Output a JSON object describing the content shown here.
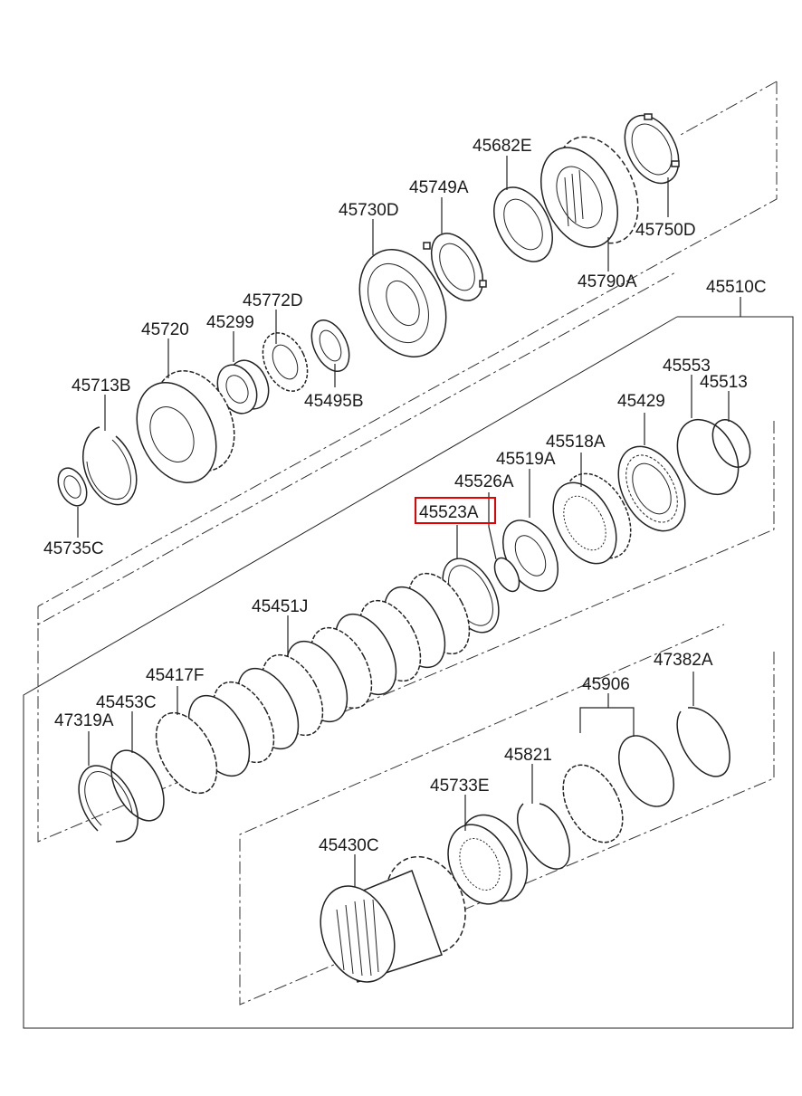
{
  "diagram": {
    "highlight_color": "#e60000",
    "highlighted_part": "45523A",
    "labels": {
      "p45682E": "45682E",
      "p45749A": "45749A",
      "p45730D": "45730D",
      "p45750D": "45750D",
      "p45790A": "45790A",
      "p45510C": "45510C",
      "p45772D": "45772D",
      "p45720": "45720",
      "p45299": "45299",
      "p45495B": "45495B",
      "p45713B": "45713B",
      "p45735C": "45735C",
      "p45553": "45553",
      "p45513": "45513",
      "p45429": "45429",
      "p45518A": "45518A",
      "p45519A": "45519A",
      "p45526A": "45526A",
      "p45523A": "45523A",
      "p45451J": "45451J",
      "p45417F": "45417F",
      "p45453C": "45453C",
      "p47319A": "47319A",
      "p45906": "45906",
      "p47382A": "47382A",
      "p45821": "45821",
      "p45733E": "45733E",
      "p45430C": "45430C"
    }
  }
}
